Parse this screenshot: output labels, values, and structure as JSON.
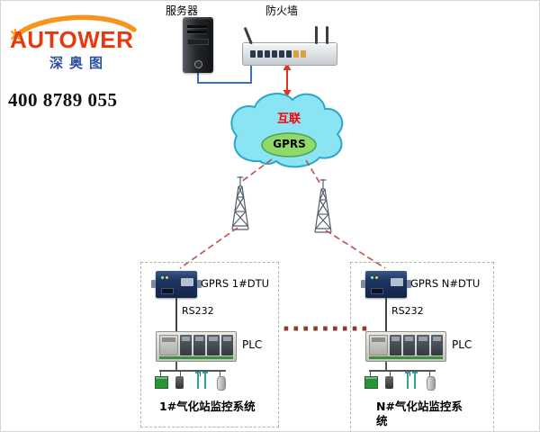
{
  "logo": {
    "brand": "AUTOWER",
    "brand_cn": "深奥图"
  },
  "contact": {
    "phone": "400 8789 055"
  },
  "topology": {
    "server_label": "服务器",
    "firewall_label": "防火墙",
    "cloud_label": "互联",
    "gprs_label": "GPRS",
    "ellipsis": "·········"
  },
  "stations": [
    {
      "dtu_label": "GPRS 1#DTU",
      "serial_label": "RS232",
      "plc_label": "PLC",
      "name": "1#气化站监控系统"
    },
    {
      "dtu_label": "GPRS N#DTU",
      "serial_label": "RS232",
      "plc_label": "PLC",
      "name": "N#气化站监控系统"
    }
  ],
  "colors": {
    "brand_red": "#e8380d",
    "swoosh_orange": "#f7941d",
    "brand_blue": "#2b50a1",
    "cloud_cyan": "#8be4f3",
    "gprs_green": "#8fd96b",
    "link_red": "#e0321e",
    "dashed_link": "#c0504d"
  }
}
